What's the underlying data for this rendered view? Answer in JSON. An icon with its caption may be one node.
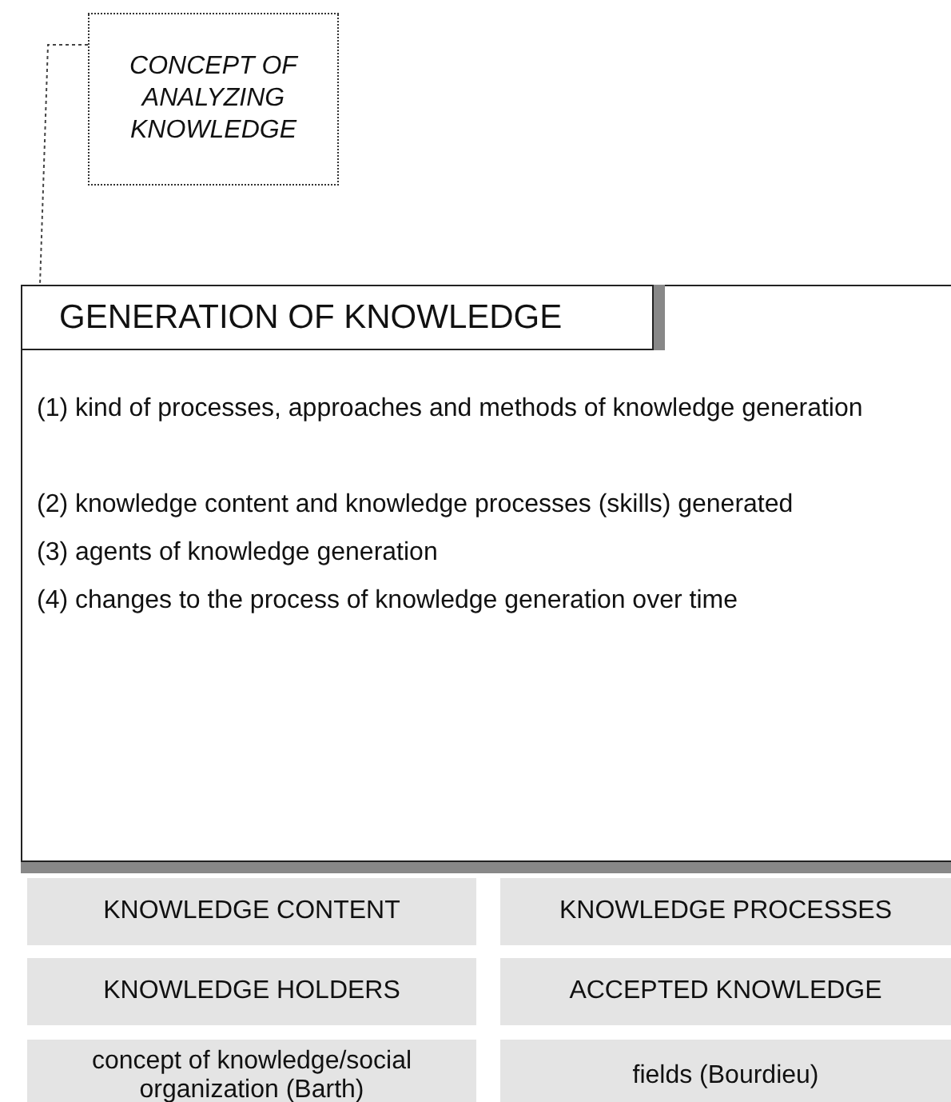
{
  "diagram": {
    "nodes": [
      {
        "text": [
          "CONCEPT OF ANALYZING KNOWLEDGE"
        ]
      },
      {
        "text": [
          "GENERATION OF KNOWLEDGE",
          "(1) kind of processes, approaches and methods of knowledge generation",
          "(2) knowledge content and knowledge processes (skills) generated",
          "(3) agents of knowledge generation",
          "(4) changes to the process of knowledge generation over time"
        ]
      },
      {
        "text": [
          "KNOWLEDGE CONTENT"
        ]
      },
      {
        "text": [
          "KNOWLEDGE PROCESSES"
        ]
      },
      {
        "text": [
          "KNOWLEDGE HOLDERS"
        ]
      },
      {
        "text": [
          "ACCEPTED KNOWLEDGE"
        ]
      },
      {
        "text": [
          "concept of knowledge/social organization (Barth)"
        ]
      },
      {
        "text": [
          "fields (Bourdieu)"
        ]
      }
    ],
    "edges": [
      {
        "from": 0,
        "to": 1,
        "arrow": "none",
        "style": "dashed"
      }
    ]
  }
}
